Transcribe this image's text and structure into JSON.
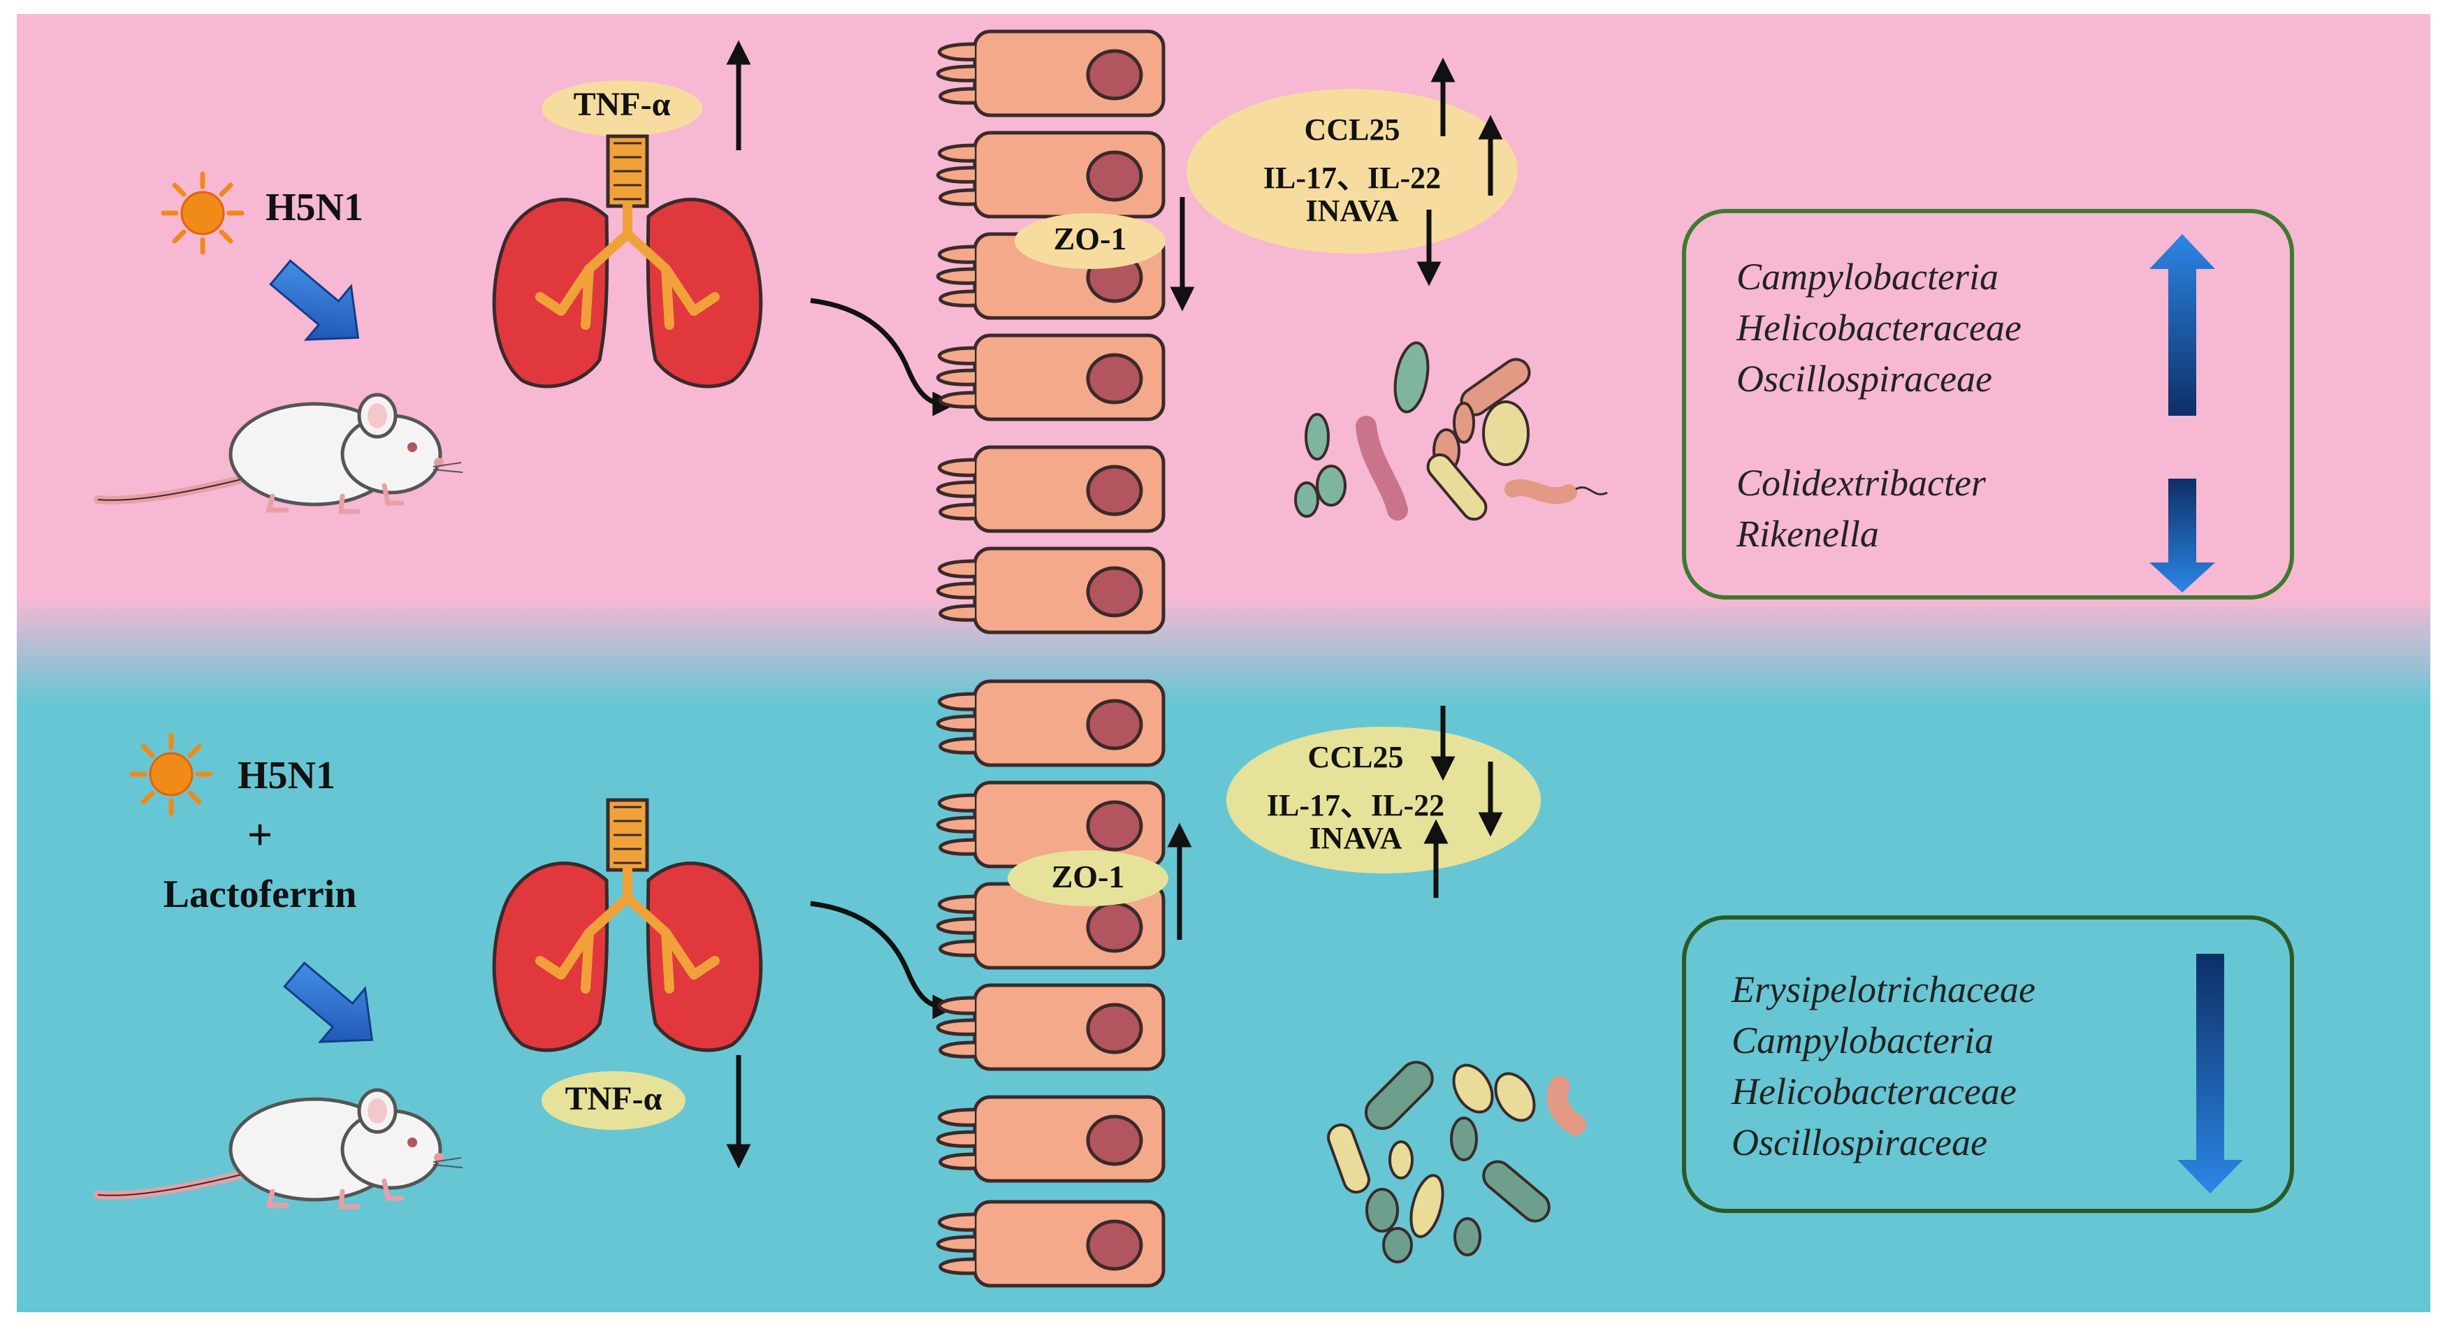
{
  "top_panel": {
    "virus_label": "H5N1",
    "tnf_label": "TNF-α",
    "zo1_label": "ZO-1",
    "cytokines": [
      "CCL25",
      "IL-17、IL-22",
      "INAVA"
    ],
    "microbiota_up": [
      "Campylobacteria",
      "Helicobacteraceae",
      "Oscillospiraceae"
    ],
    "microbiota_down": [
      "Colidextribacter",
      "Rikenella"
    ]
  },
  "bottom_panel": {
    "virus_label": "H5N1",
    "plus_sign": "+",
    "treatment_label": "Lactoferrin",
    "tnf_label": "TNF-α",
    "zo1_label": "ZO-1",
    "cytokines": [
      "CCL25",
      "IL-17、IL-22",
      "INAVA"
    ],
    "microbiota_down": [
      "Erysipelotrichaceae",
      "Campylobacteria",
      "Helicobacteraceae",
      "Oscillospiraceae"
    ]
  },
  "colors": {
    "top_background": "#f6b8d3",
    "bottom_background": "#67c6d3",
    "label_pill": "#f6dc9e",
    "label_pill_bottom": "#e6e29a",
    "cell_fill": "#f4a98a",
    "nucleus": "#b2555f",
    "lung": "#e0383c",
    "box_border": "#3e7a2e",
    "blue_arrow": "#1f67c4"
  }
}
